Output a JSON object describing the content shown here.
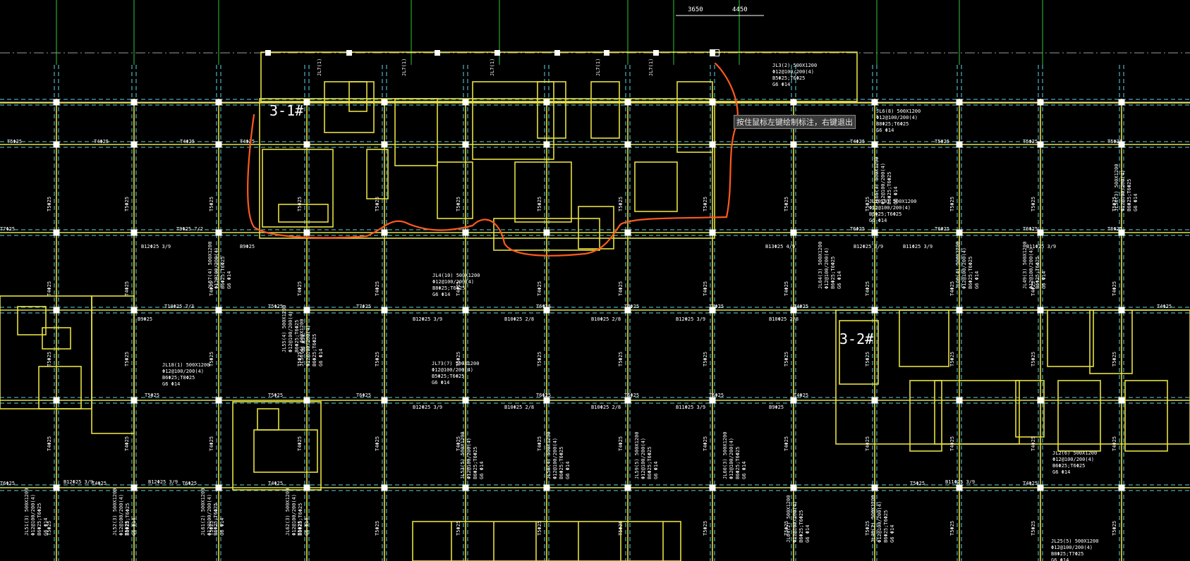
{
  "colors": {
    "background": "#000000",
    "beam": "#e6e040",
    "grid_dash": "#5fd4e8",
    "axis_green": "#2fc63a",
    "axis_gray": "#9a9a9a",
    "markup": "#ff5a1e",
    "text": "#ffffff"
  },
  "building_labels": {
    "b1": "3-1#",
    "b2": "3-2#"
  },
  "dimensions": {
    "d1": "3650",
    "d2": "4450"
  },
  "tooltip": "按住鼠标左键绘制标注，右键退出",
  "beam_tags": {
    "jl_top": [
      "JL7(1)",
      "JL7(1)",
      "JL7(1)",
      "JL7(1)",
      "JL7(1)"
    ],
    "jl3": {
      "name": "JL3(2) 500X1200",
      "rebar": "Φ12@100/200(4)",
      "b": "B5Φ25;T6Φ25",
      "g": "G6 Φ14"
    },
    "jl6": {
      "name": "JL6(8) 500X1200",
      "rebar": "Φ12@100/200(4)",
      "b": "B8Φ25;T6Φ25",
      "g": "G6 Φ14"
    },
    "jl4": {
      "name": "JL4(10) 500X1200",
      "rebar": "Φ12@100/200(4)",
      "b": "B8Φ25;T6Φ25",
      "g": "G6 Φ14"
    },
    "jl10": {
      "name": "JL10(8) 500X1200",
      "rebar": "Φ12@100/200(4)",
      "b": "B5Φ25;T6Φ25",
      "g": "G6 Φ14"
    },
    "jl18": {
      "name": "JL18(1) 500X1200",
      "rebar": "Φ12@100/200(4)",
      "b": "B6Φ25;T8Φ25",
      "g": "G6 Φ14"
    },
    "jl73": {
      "name": "JL73(7) 500X1200",
      "rebar": "Φ12@100/200(4)",
      "b": "B5Φ25;T6Φ25",
      "g": "G6 Φ14"
    },
    "jl2": {
      "name": "JL2(6) 500X1200",
      "rebar": "Φ12@100/200(4)",
      "b": "B6Φ25;T6Φ25",
      "g": "G6 Φ14"
    },
    "jl25": {
      "name": "JL25(5) 500X1200",
      "rebar": "Φ12@100/200(4)",
      "b": "B8Φ25;T7Φ25",
      "g": "G6 Φ14"
    }
  },
  "rotated_tags": [
    "JL57(4) 500X1200",
    "JL55(4) 500X1200",
    "JL56(4) 500X1200",
    "JL53(5) 500X1200",
    "JL58(4) 500X1200",
    "JL59(5) 500X1200",
    "JL60(3) 500X1200",
    "JL64(3) 500X1200",
    "JL65(3) 500X1200",
    "JL66(4) 500X1200",
    "JL49(3) 500X1200",
    "JL50(3) 500X1200",
    "JL51(3) 500X1200",
    "JL52(3) 500X1200",
    "JL61(2) 500X1200",
    "JL62(3) 500X1200",
    "JL64(2) 500X1200",
    "JL48(2) 500X1200"
  ],
  "rebar_tags": {
    "t5": "T5Φ25",
    "t4": "T4Φ25",
    "t6": "T6Φ25",
    "t7": "T7Φ25",
    "t9": "T9Φ25 7/2",
    "t10": "T10Φ25 7/3",
    "b9": "B9Φ25",
    "b10": "B10Φ25 2/8",
    "b11": "B11Φ25 3/9",
    "b12": "B12Φ25 3/9",
    "b13": "B13Φ25 4/9",
    "b8": "B8Φ25",
    "b12b": "B12Φ25 2/9"
  }
}
